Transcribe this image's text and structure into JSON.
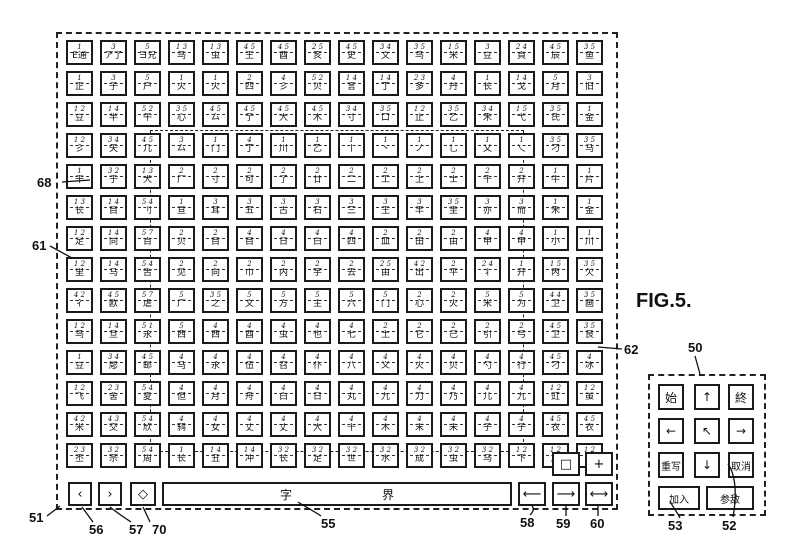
{
  "figure": {
    "title": "FIG.5."
  },
  "keyboard": {
    "keys": [
      [
        "1|E通",
        "3|ア了",
        "5|ヨ兄",
        "1|3|鸟",
        "1|3|虫",
        "4|5|王",
        "4|5|酉",
        "2|5|亥",
        "4|5|史",
        "3|4|文",
        "3|5|鸟",
        "1|5|米",
        "3|豆",
        "2|4|頁",
        "4|5|辰",
        "3|5|鱼"
      ],
      [
        "1|正",
        "3|子",
        "5|户",
        "1|火",
        "1|火",
        "2|四",
        "4|彡",
        "5|2|贝",
        "1|4|言",
        "1|4|丁",
        "2|3|多",
        "4|丹",
        "1|长",
        "1|4|戈",
        "5|月",
        "3|旧"
      ],
      [
        "1|2|豆",
        "1|4|半",
        "5|2|午",
        "3|5|心",
        "4|5|厶",
        "4|5|亍",
        "4|5|大",
        "4|5|木",
        "3|4|寸",
        "3|5|口",
        "1|2|止",
        "3|5|乙",
        "3|4|禾",
        "1|5|弋",
        "3|5|氏",
        "1|金"
      ],
      [
        "1|2|彡",
        "3|4|矢",
        "4|5|几",
        "3|厶",
        "1|门",
        "4|丁",
        "1|川",
        "1|乙",
        "1|丨",
        "1|丶",
        "1|ノ",
        "1|乚",
        "1|乂",
        "1|乀",
        "3|5|刁",
        "3|5|马"
      ],
      [
        "1|干",
        "3|2|于",
        "1|3|犬",
        "2|厂",
        "2|寸",
        "2|可",
        "2|了",
        "2|廿",
        "2|二",
        "2|工",
        "2|上",
        "2|士",
        "2|千",
        "2|开",
        "1|牛",
        "1|片"
      ],
      [
        "1|3|长",
        "1|4|目",
        "5|4|刂",
        "1|亘",
        "3|耳",
        "3|五",
        "3|古",
        "3|石",
        "3|三",
        "3|王",
        "3|丰",
        "3|5|圭",
        "3|亦",
        "3|而",
        "1|禾",
        "1|金"
      ],
      [
        "1|2|足",
        "1|4|同",
        "5|7|百",
        "2|贝",
        "2|目",
        "4|目",
        "4|日",
        "4|白",
        "4|四",
        "2|皿",
        "2|田",
        "2|由",
        "4|甲",
        "4|申",
        "1|小",
        "1|川"
      ],
      [
        "1|2|里",
        "1|4|马",
        "5|4|舌",
        "2|见",
        "2|向",
        "2|巾",
        "2|内",
        "2|宇",
        "2|去",
        "2|5|由",
        "4|2|出",
        "2|平",
        "2|4|丬",
        "1|开",
        "1|5|丙",
        "3|5|欠"
      ],
      [
        "4|2|彳",
        "4|5|欧",
        "5|7|虐",
        "5|广",
        "3|5|之",
        "5|文",
        "5|方",
        "5|主",
        "5|六",
        "5|门",
        "2|心",
        "2|火",
        "5|米",
        "5|为",
        "4|4|卫",
        "3|5|画"
      ],
      [
        "1|2|鸟",
        "1|4|旦",
        "5|1|永",
        "5|西",
        "4|西",
        "4|酉",
        "4|虫",
        "4|也",
        "4|七",
        "2|土",
        "2|它",
        "2|己",
        "2|引",
        "2|弓",
        "4|5|卫",
        "3|5|良"
      ],
      [
        "1|豆",
        "3|4|彫",
        "4|5|邮",
        "4|马",
        "4|永",
        "4|伍",
        "4|召",
        "4|仆",
        "4|八",
        "4|义",
        "4|火",
        "4|贝",
        "4|勺",
        "4|行",
        "4|5|刁",
        "4|冰"
      ],
      [
        "1|2|飞",
        "2|3|舍",
        "5|4|夏",
        "4|但",
        "4|月",
        "4|舟",
        "4|白",
        "4|日",
        "4|丸",
        "4|九",
        "4|刀",
        "4|乃",
        "4|儿",
        "4|九",
        "1|2|豇",
        "1|2|虽"
      ],
      [
        "4|2|米",
        "4|3|交",
        "5|4|欣",
        "4|鸫",
        "4|女",
        "4|丈",
        "4|丈",
        "4|大",
        "4|十",
        "4|木",
        "4|末",
        "4|未",
        "4|子",
        "4|子",
        "4|5|衣",
        "4|5|衣"
      ],
      [
        "2|3|丕",
        "3|2|宗",
        "5|4|周",
        "1|长",
        "1|4|丑",
        "1|4|冲",
        "3|2|长",
        "3|2|足",
        "3|2|世",
        "3|2|水",
        "3|2|成",
        "3|2|虫",
        "3|2|乌",
        "1|2|下",
        "1|2|属",
        "1|2|豆"
      ]
    ],
    "function_keys": {
      "prev": "‹",
      "next": "›",
      "mode": "◇",
      "clear": "⟵",
      "forward": "⟶",
      "double_arrow": "⟷",
      "square": "□",
      "cross": "+"
    },
    "display": {
      "left": "字",
      "right": "界"
    }
  },
  "control_pad": {
    "keys": [
      "始",
      "↑",
      "終",
      "←",
      "↖",
      "→",
      "重写",
      "↓",
      "取消",
      "加入",
      "参敌"
    ]
  },
  "labels": {
    "l51": "51",
    "l56": "56",
    "l57": "57",
    "l70": "70",
    "l55": "55",
    "l58": "58",
    "l59": "59",
    "l60": "60",
    "l61": "61",
    "l68": "68",
    "l62": "62",
    "l50": "50",
    "l53": "53",
    "l52": "52"
  }
}
